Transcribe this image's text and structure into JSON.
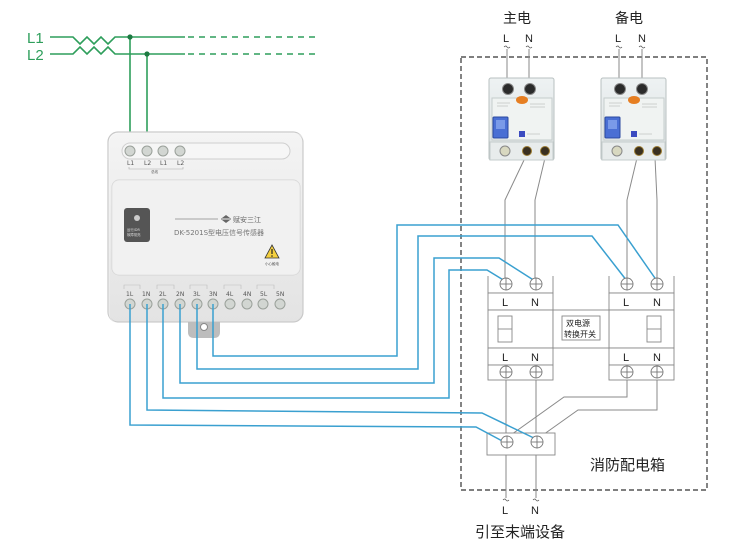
{
  "title": "DK-5201S 电压信号传感器 双电源接线图",
  "bus": {
    "line1": "L1",
    "line2": "L2"
  },
  "sensor": {
    "brand": "赋安三江",
    "model": "DK-5201S型电压信号传感器",
    "top_terminals": [
      "L1",
      "L2",
      "L1",
      "L2"
    ],
    "top_terminal_caption": "总线",
    "indicator_label_1": "运行/DR",
    "indicator_label_2": "故障常亮",
    "warning_caption": "小心触电",
    "bottom_terminals": [
      "1L",
      "1N",
      "2L",
      "2N",
      "3L",
      "3N",
      "4L",
      "4N",
      "5L",
      "5N"
    ]
  },
  "sources": {
    "main": {
      "title": "主电",
      "l": "L",
      "n": "N"
    },
    "backup": {
      "title": "备电",
      "l": "L",
      "n": "N"
    }
  },
  "ats": {
    "label_line1": "双电源",
    "label_line2": "转换开关",
    "left_top_l": "L",
    "left_top_n": "N",
    "right_top_l": "L",
    "right_top_n": "N",
    "left_bot_l": "L",
    "left_bot_n": "N",
    "right_bot_l": "L",
    "right_bot_n": "N"
  },
  "cabinet": {
    "label": "消防配电箱"
  },
  "output": {
    "l": "L",
    "n": "N",
    "label": "引至末端设备"
  },
  "colors": {
    "bus_wire": "#2e9e5b",
    "signal_wire": "#3aa0d0",
    "power_wire": "#888888",
    "dashed_border": "#333333"
  }
}
